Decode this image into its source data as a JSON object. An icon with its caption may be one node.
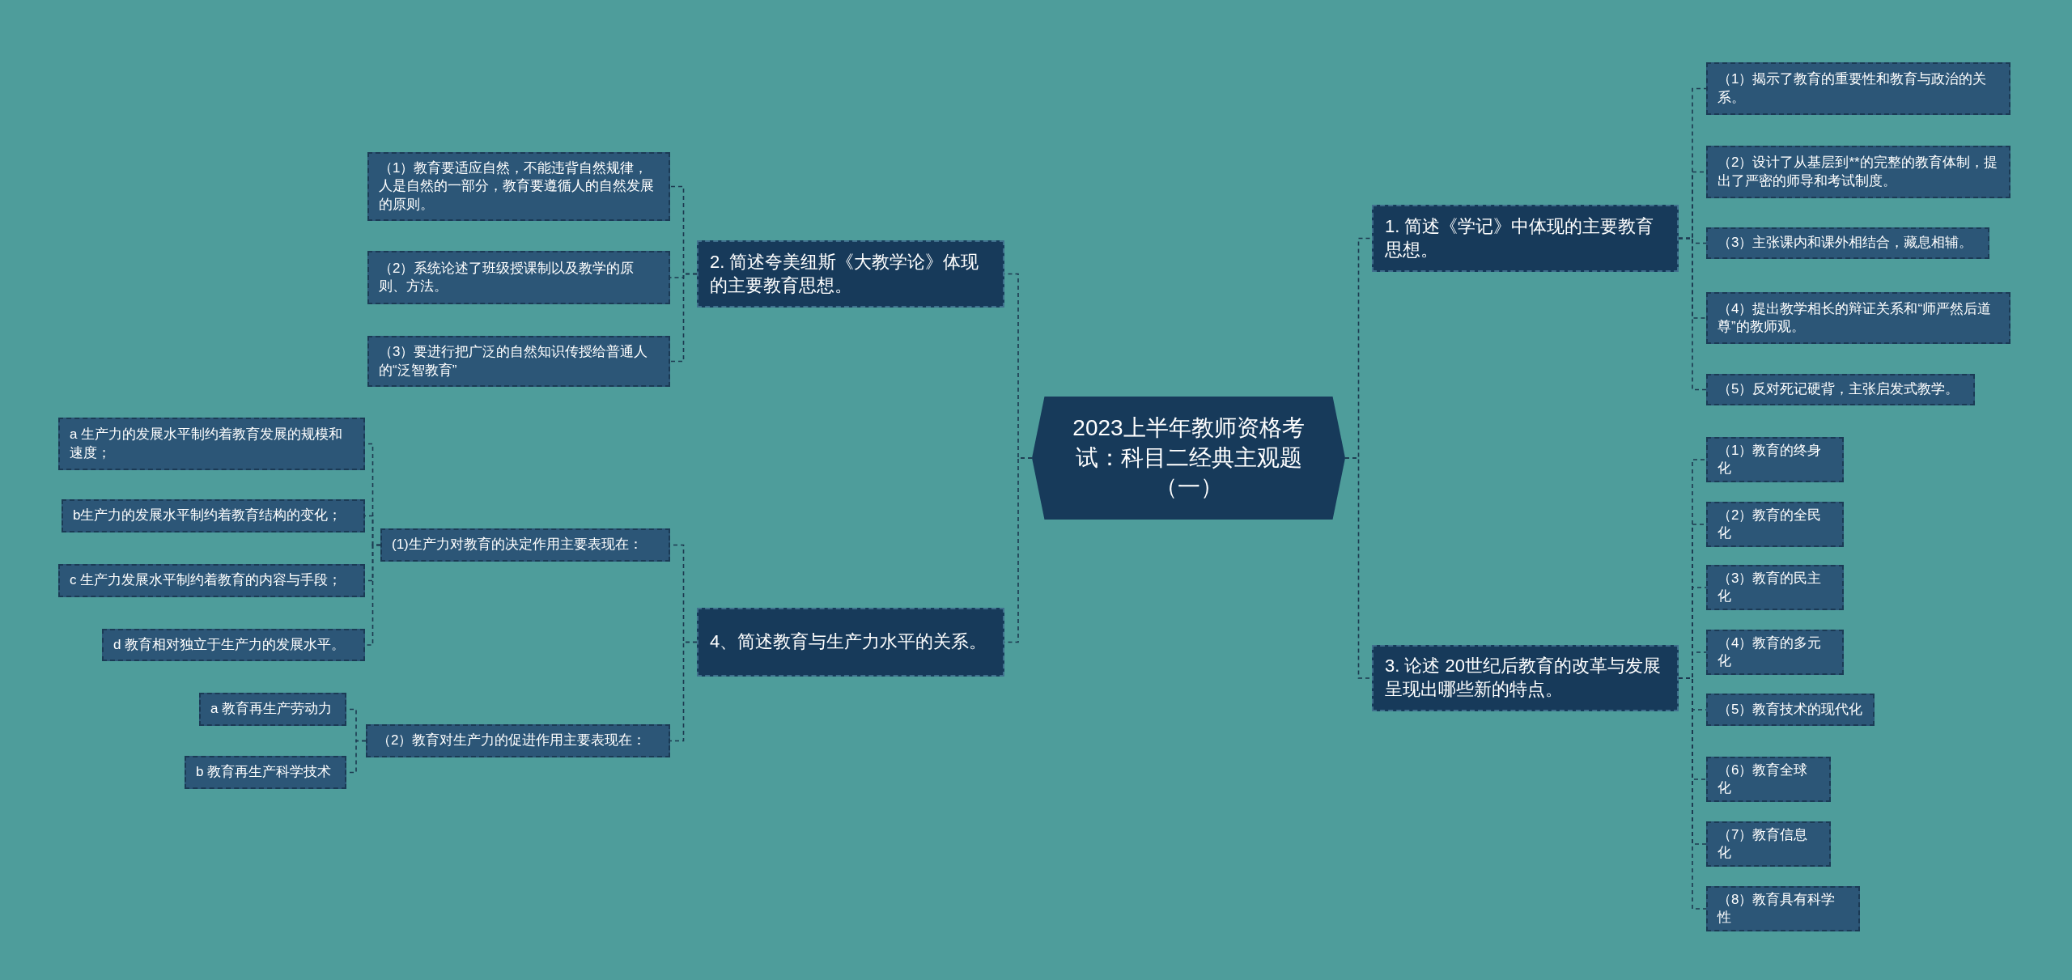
{
  "diagram": {
    "nodes": [
      {
        "text": [
          "2023上半年教师资格考试：科目二经典主观题（一）"
        ]
      },
      {
        "text": [
          "2. 简述夸美纽斯《大教学论》体现的主要教育思想。"
        ]
      },
      {
        "text": [
          "（1）教育要适应自然，不能违背自然规律，人是自然的一部分，教育要遵循人的自然发展的原则。"
        ]
      },
      {
        "text": [
          "（2）系统论述了班级授课制以及教学的原则、方法。"
        ]
      },
      {
        "text": [
          "（3）要进行把广泛的自然知识传授给普通人的“泛智教育”"
        ]
      },
      {
        "text": [
          "4、简述教育与生产力水平的关系。"
        ]
      },
      {
        "text": [
          "(1)生产力对教育的决定作用主要表现在："
        ]
      },
      {
        "text": [
          "a 生产力的发展水平制约着教育发展的规模和速度；"
        ]
      },
      {
        "text": [
          "b生产力的发展水平制约着教育结构的变化；"
        ]
      },
      {
        "text": [
          "c 生产力发展水平制约着教育的内容与手段；"
        ]
      },
      {
        "text": [
          "d 教育相对独立于生产力的发展水平。"
        ]
      },
      {
        "text": [
          "（2）教育对生产力的促进作用主要表现在："
        ]
      },
      {
        "text": [
          "a 教育再生产劳动力"
        ]
      },
      {
        "text": [
          "b 教育再生产科学技术"
        ]
      },
      {
        "text": [
          "1. 简述《学记》中体现的主要教育思想。"
        ]
      },
      {
        "text": [
          "（1）揭示了教育的重要性和教育与政治的关系。"
        ]
      },
      {
        "text": [
          "（2）设计了从基层到**的完整的教育体制，提出了严密的师导和考试制度。"
        ]
      },
      {
        "text": [
          "（3）主张课内和课外相结合，藏息相辅。"
        ]
      },
      {
        "text": [
          "（4）提出教学相长的辩证关系和“师严然后道尊”的教师观。"
        ]
      },
      {
        "text": [
          "（5）反对死记硬背，主张启发式教学。"
        ]
      },
      {
        "text": [
          "3. 论述 20世纪后教育的改革与发展呈现出哪些新的特点。"
        ]
      },
      {
        "text": [
          "（1）教育的终身化"
        ]
      },
      {
        "text": [
          "（2）教育的全民化"
        ]
      },
      {
        "text": [
          "（3）教育的民主化"
        ]
      },
      {
        "text": [
          "（4）教育的多元化"
        ]
      },
      {
        "text": [
          "（5）教育技术的现代化"
        ]
      },
      {
        "text": [
          "（6）教育全球化"
        ]
      },
      {
        "text": [
          "（7）教育信息化"
        ]
      },
      {
        "text": [
          "（8）教育具有科学性"
        ]
      }
    ],
    "edges": [
      {
        "from": 0,
        "to": 1,
        "arrow": "none"
      },
      {
        "from": 1,
        "to": 2,
        "arrow": "none"
      },
      {
        "from": 1,
        "to": 3,
        "arrow": "none"
      },
      {
        "from": 1,
        "to": 4,
        "arrow": "none"
      },
      {
        "from": 0,
        "to": 5,
        "arrow": "none"
      },
      {
        "from": 5,
        "to": 6,
        "arrow": "none"
      },
      {
        "from": 6,
        "to": 7,
        "arrow": "none"
      },
      {
        "from": 6,
        "to": 8,
        "arrow": "none"
      },
      {
        "from": 6,
        "to": 9,
        "arrow": "none"
      },
      {
        "from": 6,
        "to": 10,
        "arrow": "none"
      },
      {
        "from": 5,
        "to": 11,
        "arrow": "none"
      },
      {
        "from": 11,
        "to": 12,
        "arrow": "none"
      },
      {
        "from": 11,
        "to": 13,
        "arrow": "none"
      },
      {
        "from": 0,
        "to": 14,
        "arrow": "none"
      },
      {
        "from": 14,
        "to": 15,
        "arrow": "none"
      },
      {
        "from": 14,
        "to": 16,
        "arrow": "none"
      },
      {
        "from": 14,
        "to": 17,
        "arrow": "none"
      },
      {
        "from": 14,
        "to": 18,
        "arrow": "none"
      },
      {
        "from": 14,
        "to": 19,
        "arrow": "none"
      },
      {
        "from": 0,
        "to": 20,
        "arrow": "none"
      },
      {
        "from": 20,
        "to": 21,
        "arrow": "none"
      },
      {
        "from": 20,
        "to": 22,
        "arrow": "none"
      },
      {
        "from": 20,
        "to": 23,
        "arrow": "none"
      },
      {
        "from": 20,
        "to": 24,
        "arrow": "none"
      },
      {
        "from": 20,
        "to": 25,
        "arrow": "none"
      },
      {
        "from": 20,
        "to": 26,
        "arrow": "none"
      },
      {
        "from": 20,
        "to": 27,
        "arrow": "none"
      },
      {
        "from": 20,
        "to": 28,
        "arrow": "none"
      }
    ]
  }
}
